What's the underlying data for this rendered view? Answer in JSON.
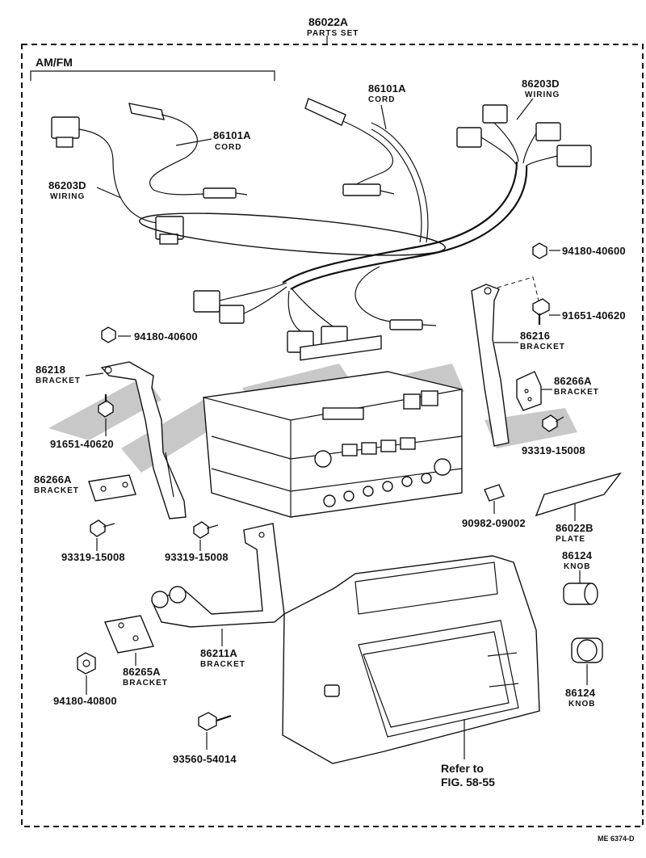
{
  "parts_set": {
    "number": "86022A",
    "desc": "PARTS SET"
  },
  "group_label": "AM/FM",
  "callouts": [
    {
      "id": "cord-left-number",
      "text": "86101A"
    },
    {
      "id": "cord-left-desc",
      "text": "CORD"
    },
    {
      "id": "wiring-left-number",
      "text": "86203D"
    },
    {
      "id": "wiring-left-desc",
      "text": "WIRING"
    },
    {
      "id": "cord-right-number",
      "text": "86101A"
    },
    {
      "id": "cord-right-desc",
      "text": "CORD"
    },
    {
      "id": "wiring-right-number",
      "text": "86203D"
    },
    {
      "id": "wiring-right-desc",
      "text": "WIRING"
    },
    {
      "id": "nut-top-right",
      "text": "94180-40600"
    },
    {
      "id": "bolt-right",
      "text": "91651-40620"
    },
    {
      "id": "bracket-right-number",
      "text": "86216"
    },
    {
      "id": "bracket-right-desc",
      "text": "BRACKET"
    },
    {
      "id": "nut-mid-left",
      "text": "94180-40600"
    },
    {
      "id": "bracket-left-number",
      "text": "86218"
    },
    {
      "id": "bracket-left-desc",
      "text": "BRACKET"
    },
    {
      "id": "bracket-small-right-number",
      "text": "86266A"
    },
    {
      "id": "bracket-small-right-desc",
      "text": "BRACKET"
    },
    {
      "id": "bolt-left",
      "text": "91651-40620"
    },
    {
      "id": "screw-right",
      "text": "93319-15008"
    },
    {
      "id": "bracket-small-left-number",
      "text": "86266A"
    },
    {
      "id": "bracket-small-left-desc",
      "text": "BRACKET"
    },
    {
      "id": "fuse",
      "text": "90982-09002"
    },
    {
      "id": "plate-number",
      "text": "86022B"
    },
    {
      "id": "plate-desc",
      "text": "PLATE"
    },
    {
      "id": "screw-left-a",
      "text": "93319-15008"
    },
    {
      "id": "screw-left-b",
      "text": "93319-15008"
    },
    {
      "id": "knob-top-number",
      "text": "86124"
    },
    {
      "id": "knob-top-desc",
      "text": "KNOB"
    },
    {
      "id": "bracket-bottom-number",
      "text": "86211A"
    },
    {
      "id": "bracket-bottom-desc",
      "text": "BRACKET"
    },
    {
      "id": "bracket-plate-number",
      "text": "86265A"
    },
    {
      "id": "bracket-plate-desc",
      "text": "BRACKET"
    },
    {
      "id": "nut-bottom",
      "text": "94180-40800"
    },
    {
      "id": "knob-bottom-number",
      "text": "86124"
    },
    {
      "id": "knob-bottom-desc",
      "text": "KNOB"
    },
    {
      "id": "screw-bottom",
      "text": "93560-54014"
    },
    {
      "id": "refer-line1",
      "text": "Refer to"
    },
    {
      "id": "refer-line2",
      "text": "FIG. 58-55"
    }
  ],
  "diagram_code": "ME 6374-D"
}
